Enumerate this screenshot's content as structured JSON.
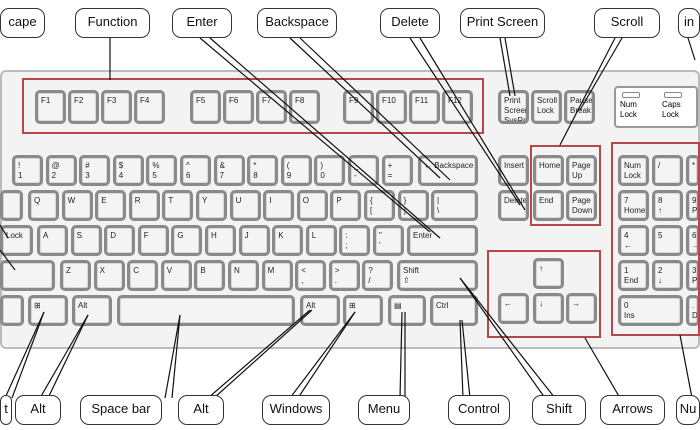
{
  "callouts_top": [
    "cape",
    "Function",
    "Enter",
    "Backspace",
    "Delete",
    "Print Screen",
    "Scroll",
    "in"
  ],
  "callouts_bottom": [
    "t",
    "Alt",
    "Space bar",
    "Alt",
    "Windows",
    "Menu",
    "Control",
    "Shift",
    "Arrows",
    "Nu"
  ],
  "lights": [
    "Num Lock",
    "Caps Lock"
  ],
  "keys": {
    "function": [
      [
        "F1"
      ],
      [
        "F2"
      ],
      [
        "F3"
      ],
      [
        "F4"
      ],
      [
        "F5"
      ],
      [
        "F6"
      ],
      [
        "F7"
      ],
      [
        "F8"
      ],
      [
        "F9"
      ],
      [
        "F10"
      ],
      [
        "F11"
      ],
      [
        "F12"
      ]
    ],
    "system": [
      [
        "Print",
        "Screen",
        "SysRq"
      ],
      [
        "Scroll",
        "Lock"
      ],
      [
        "Pause",
        "Break"
      ]
    ],
    "main": [
      [
        "!",
        "1"
      ],
      [
        "@",
        "2"
      ],
      [
        "#",
        "3"
      ],
      [
        "$",
        "4"
      ],
      [
        "%",
        "5"
      ],
      [
        "^",
        "6"
      ],
      [
        "&",
        "7"
      ],
      [
        "*",
        "8"
      ],
      [
        "(",
        "9"
      ],
      [
        ")",
        "0"
      ],
      [
        "_",
        "-"
      ],
      [
        "+",
        "="
      ],
      [
        "← Backspace"
      ],
      [
        ""
      ],
      [
        "Q"
      ],
      [
        "W"
      ],
      [
        "E"
      ],
      [
        "R"
      ],
      [
        "T"
      ],
      [
        "Y"
      ],
      [
        "U"
      ],
      [
        "I"
      ],
      [
        "O"
      ],
      [
        "P"
      ],
      [
        "{",
        "["
      ],
      [
        "}",
        "]"
      ],
      [
        "|",
        "\\"
      ],
      [
        "Lock"
      ],
      [
        "A"
      ],
      [
        "S"
      ],
      [
        "D"
      ],
      [
        "F"
      ],
      [
        "G"
      ],
      [
        "H"
      ],
      [
        "J"
      ],
      [
        "K"
      ],
      [
        "L"
      ],
      [
        ":",
        ";"
      ],
      [
        "\"",
        "'"
      ],
      [
        "Enter"
      ],
      [
        ""
      ],
      [
        "Z"
      ],
      [
        "X"
      ],
      [
        "C"
      ],
      [
        "V"
      ],
      [
        "B"
      ],
      [
        "N"
      ],
      [
        "M"
      ],
      [
        "<",
        ","
      ],
      [
        ">",
        "."
      ],
      [
        "?",
        "/"
      ],
      [
        "Shift",
        "⇧"
      ],
      [
        ""
      ],
      [
        "⊞"
      ],
      [
        "Alt"
      ],
      [
        ""
      ],
      [
        "Alt"
      ],
      [
        "⊞"
      ],
      [
        "▤"
      ],
      [
        "Ctrl"
      ]
    ],
    "navigation": [
      [
        "Insert"
      ],
      [
        "Home"
      ],
      [
        "Page",
        "Up"
      ],
      [
        "Delete"
      ],
      [
        "End"
      ],
      [
        "Page",
        "Down"
      ]
    ],
    "arrows": [
      [
        "↑"
      ],
      [
        "←"
      ],
      [
        "↓"
      ],
      [
        "→"
      ]
    ],
    "numpad": [
      [
        "Num",
        "Lock"
      ],
      [
        "/"
      ],
      [
        "*"
      ],
      [
        "7",
        "Home"
      ],
      [
        "8",
        "↑"
      ],
      [
        "9",
        "Pg"
      ],
      [
        "4",
        "←"
      ],
      [
        "5"
      ],
      [
        "6",
        "→"
      ],
      [
        "1",
        "End"
      ],
      [
        "2",
        "↓"
      ],
      [
        "3",
        "Pg"
      ],
      [
        "0",
        "Ins"
      ],
      [
        ".",
        "D"
      ]
    ]
  },
  "colors": {
    "highlight_box": "#b5484a",
    "key_border": "#8a8a8a"
  }
}
